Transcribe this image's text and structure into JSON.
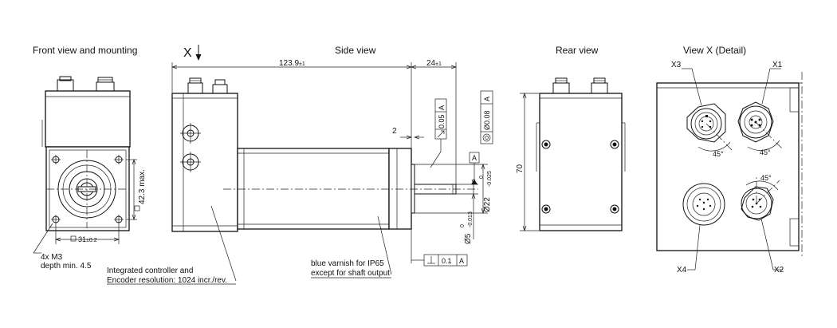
{
  "views": {
    "front": "Front view and mounting",
    "side": "Side view",
    "rear": "Rear view",
    "detail": "View X   (Detail)",
    "x_marker": "X"
  },
  "dimensions": {
    "length": "123.9",
    "length_tol": "±1",
    "shaft_len": "24",
    "shaft_tol": "±1",
    "step": "2",
    "height": "70",
    "flange_h": "42.3 max.",
    "flange_w": "31",
    "flange_w_tol": "±0.2",
    "pilot_dia": "Ø22",
    "pilot_tol_up": "0",
    "pilot_tol_low": "-0.025",
    "shaft_dia": "Ø5",
    "shaft_tol_up": "0",
    "shaft_tol_low": "-0.013"
  },
  "tolerances": {
    "runout_val": "0.05",
    "runout_ref": "A",
    "concentric_val": "Ø0.08",
    "concentric_ref": "A",
    "datum": "A",
    "perp_val": "0.1",
    "perp_ref": "A"
  },
  "notes": {
    "holes_line1": "4x M3",
    "holes_line2": "depth min. 4.5",
    "controller_line1": "Integrated controller and",
    "controller_line2": "Encoder resolution: 1024 incr./rev.",
    "varnish_line1": "blue varnish for IP65",
    "varnish_line2": "except for shaft output"
  },
  "connectors": {
    "x1": "X1",
    "x2": "X2",
    "x3": "X3",
    "x4": "X4",
    "angle1": "45°",
    "angle2": "45°",
    "angle3": "45°"
  }
}
